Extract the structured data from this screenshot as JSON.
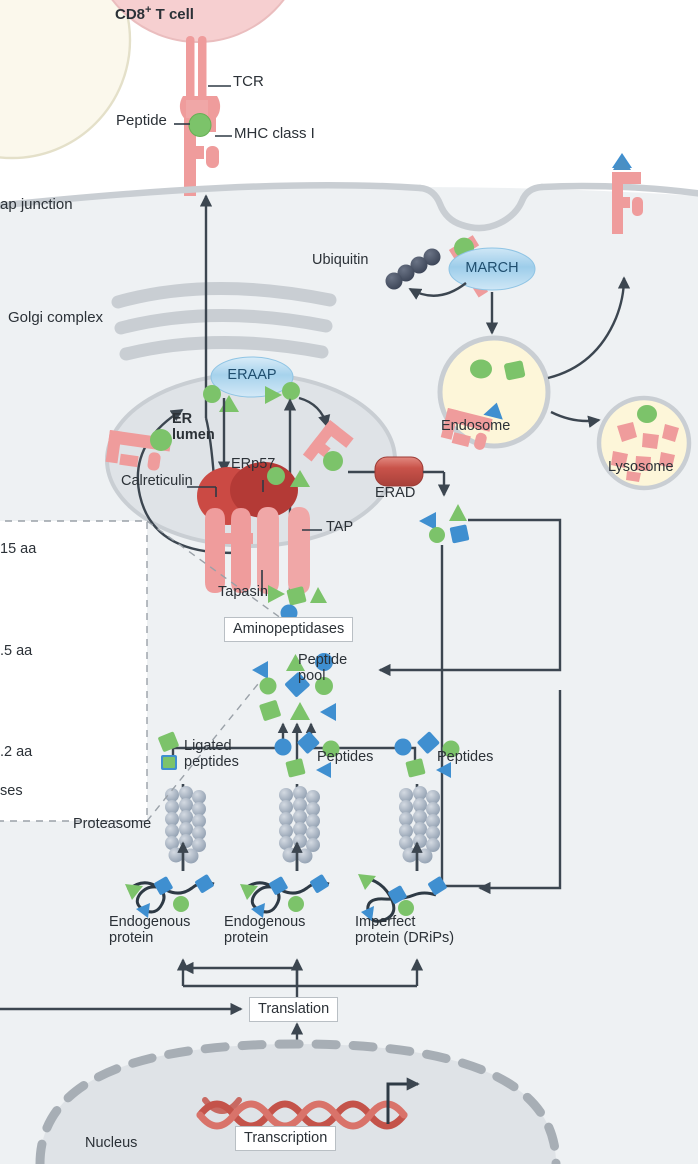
{
  "figure": {
    "title": "MHC class I antigen processing and presentation pathway",
    "background_color": "#ffffff",
    "cytosol_color": "#eef1f3",
    "membrane_color": "#c9ced3",
    "arrow_color": "#3c4650",
    "mhc_pink": "#ef9c9c",
    "peptide_green": "#7cc36a",
    "peptide_blue": "#3f8fd0",
    "nucleus_fill": "#dfe3e7",
    "lumen_fill": "#dfe3e7",
    "lysosome_fill": "#fdf6d9",
    "dna_red": "#c4534a"
  },
  "cells": {
    "cd8_t_cell": "CD8+ T cell",
    "cd8_superscript": "+",
    "cd8_base": "CD8",
    "cd8_tail": " T cell",
    "gap_junction": "ap junction",
    "nucleus": "Nucleus"
  },
  "top_labels": {
    "tcr": "TCR",
    "peptide": "Peptide",
    "mhc_class_i": "MHC class I"
  },
  "organelles": {
    "golgi": "Golgi complex",
    "er_lumen_line1": "ER",
    "er_lumen_line2": "lumen",
    "endosome": "Endosome",
    "lysosome": "Lysosome",
    "proteasome": "Proteasome"
  },
  "proteins": {
    "eraap": "ERAAP",
    "march": "MARCH",
    "ubiquitin": "Ubiquitin",
    "calreticulin": "Calreticulin",
    "erp57": "ERp57",
    "tap": "TAP",
    "tapasin": "Tapasin",
    "erad": "ERAD"
  },
  "process_boxes": {
    "aminopeptidases": "Aminopeptidases",
    "translation": "Translation",
    "transcription": "Transcription"
  },
  "pool": {
    "peptide_pool_line1": "Peptide",
    "peptide_pool_line2": "pool"
  },
  "substrates": {
    "ligated_line1": "Ligated",
    "ligated_line2": "peptides",
    "peptides_mid": "Peptides",
    "peptides_right": "Peptides",
    "endogenous_line1": "Endogenous",
    "endogenous_line2": "protein",
    "imperfect_line1": "Imperfect",
    "imperfect_line2": "protein (DRiPs)"
  },
  "inset_cropped_labels": {
    "aa_top": "15 aa",
    "aa_mid": ".5 aa",
    "aa_low": ".2 aa",
    "enzymes_cropped": "ses"
  }
}
